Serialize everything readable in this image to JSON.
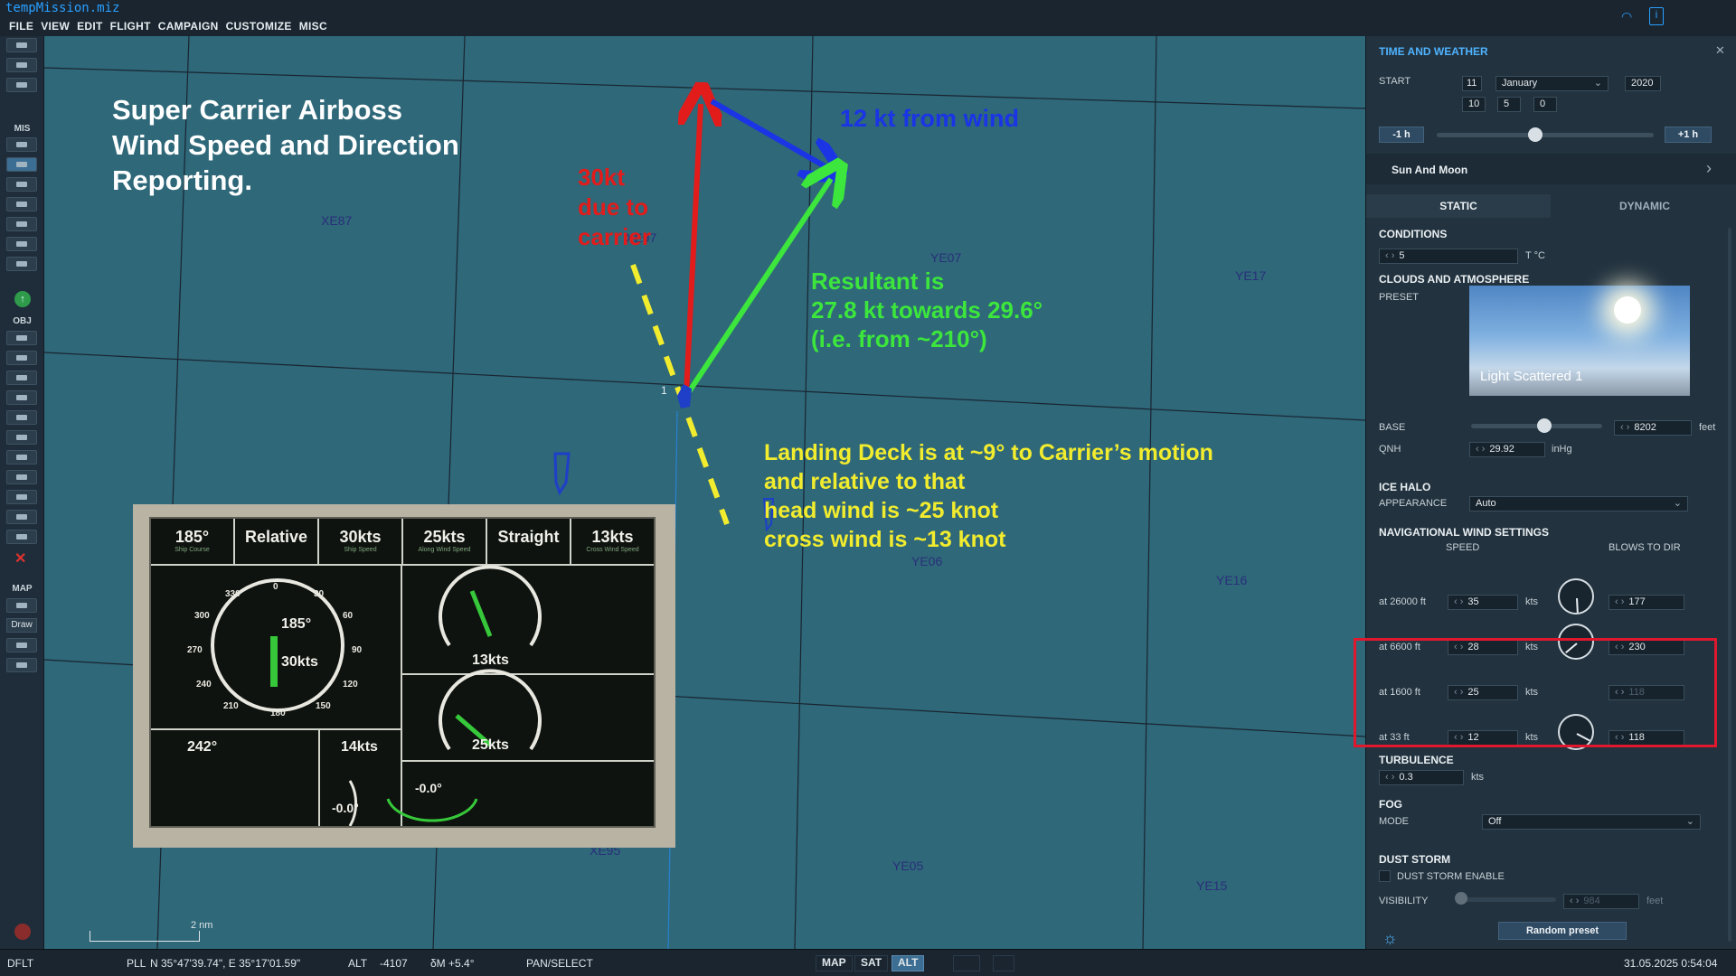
{
  "window": {
    "title": "tempMission.miz"
  },
  "menu": [
    "FILE",
    "VIEW",
    "EDIT",
    "FLIGHT",
    "CAMPAIGN",
    "CUSTOMIZE",
    "MISC"
  ],
  "toolbar": {
    "sections": [
      "MIS",
      "OBJ",
      "MAP"
    ],
    "draw_label": "Draw"
  },
  "map": {
    "grid_labels": [
      "XE87",
      "XE97",
      "YE07",
      "YE17",
      "YE06",
      "YE16",
      "YE05",
      "YE15",
      "XE95"
    ],
    "unit_marker": "1",
    "scale_label": "2 nm",
    "annotations": {
      "title": [
        "Super Carrier Airboss",
        "Wind Speed and Direction",
        "Reporting."
      ],
      "blue": "12 kt from wind",
      "red": [
        "30kt",
        "due to",
        "carrier"
      ],
      "green": [
        "Resultant is",
        "27.8 kt towards 29.6°",
        "(i.e. from ~210°)"
      ],
      "yellow": [
        "Landing Deck is at ~9° to Carrier’s motion",
        "and relative to that",
        "head wind is ~25 knot",
        "cross wind is ~13 knot"
      ]
    },
    "colors": {
      "sea": "#2e6879",
      "red_arrow": "#e21b1b",
      "blue_arrow": "#1a34e6",
      "green_arrow": "#3ce63c",
      "yellow_line": "#f2ec2e"
    }
  },
  "inset": {
    "header": [
      {
        "value": "185°",
        "sub": "Ship Course"
      },
      {
        "value": "Relative",
        "sub": ""
      },
      {
        "value": "30kts",
        "sub": "Ship Speed"
      },
      {
        "value": "25kts",
        "sub": "Along Wind Speed"
      },
      {
        "value": "Straight",
        "sub": ""
      },
      {
        "value": "13kts",
        "sub": "Cross Wind Speed"
      }
    ],
    "compass_ticks": [
      "0",
      "30",
      "60",
      "90",
      "120",
      "150",
      "180",
      "210",
      "240",
      "270",
      "300",
      "330"
    ],
    "compass_center": "185°",
    "compass_speed": "30kts",
    "cross_wind": "13kts",
    "along_wind": "25kts",
    "wind_bearing": "242°",
    "wind_speed": "14kts",
    "ship_trim": "-0.0°",
    "ship_roll": "-0.0°"
  },
  "panel": {
    "title": "TIME AND WEATHER",
    "start": {
      "label": "START",
      "day": "11",
      "month": "January",
      "year": "2020",
      "hour": "10",
      "minute": "5",
      "second": "0",
      "minus": "-1 h",
      "plus": "+1 h",
      "slider_fraction": 0.42
    },
    "sun_moon": "Sun And Moon",
    "tabs": [
      "STATIC",
      "DYNAMIC"
    ],
    "conditions": {
      "header": "CONDITIONS",
      "temperature": "5",
      "unit": "T °C"
    },
    "clouds": {
      "header": "CLOUDS AND ATMOSPHERE",
      "preset_label": "PRESET",
      "preset_name": "Light Scattered 1",
      "base_label": "BASE",
      "base_value": "8202",
      "base_unit": "feet",
      "base_slider_fraction": 0.5,
      "qnh_label": "QNH",
      "qnh_value": "29.92",
      "qnh_unit": "inHg"
    },
    "ice_halo": {
      "header": "ICE HALO",
      "appearance_label": "APPEARANCE",
      "appearance_value": "Auto"
    },
    "wind": {
      "header": "NAVIGATIONAL WIND SETTINGS",
      "speed_col": "SPEED",
      "dir_col": "BLOWS TO DIR",
      "unit": "kts",
      "rows": [
        {
          "alt": "at 26000 ft",
          "speed": "35",
          "dir": "177",
          "dir_enabled": true,
          "dial_deg": 177
        },
        {
          "alt": "at 6600 ft",
          "speed": "28",
          "dir": "230",
          "dir_enabled": true,
          "dial_deg": 230
        },
        {
          "alt": "at 1600 ft",
          "speed": "25",
          "dir": "118",
          "dir_enabled": false,
          "dial_deg": null
        },
        {
          "alt": "at 33 ft",
          "speed": "12",
          "dir": "118",
          "dir_enabled": true,
          "dial_deg": 118
        }
      ]
    },
    "turbulence": {
      "header": "TURBULENCE",
      "value": "0.3",
      "unit": "kts"
    },
    "fog": {
      "header": "FOG",
      "mode_label": "MODE",
      "mode_value": "Off"
    },
    "dust": {
      "header": "DUST STORM",
      "enable_label": "DUST STORM ENABLE",
      "visibility_label": "VISIBILITY",
      "visibility_value": "984",
      "visibility_unit": "feet"
    },
    "random_preset": "Random preset"
  },
  "status": {
    "profile": "DFLT",
    "pll": "PLL",
    "coords": "N 35°47'39.74\", E 35°17'01.59\"",
    "alt_label": "ALT",
    "alt_value": "-4107",
    "mag": "δM  +5.4°",
    "mode": "PAN/SELECT",
    "buttons": [
      "MAP",
      "SAT",
      "ALT"
    ],
    "datetime": "31.05.2025 0:54:04"
  }
}
